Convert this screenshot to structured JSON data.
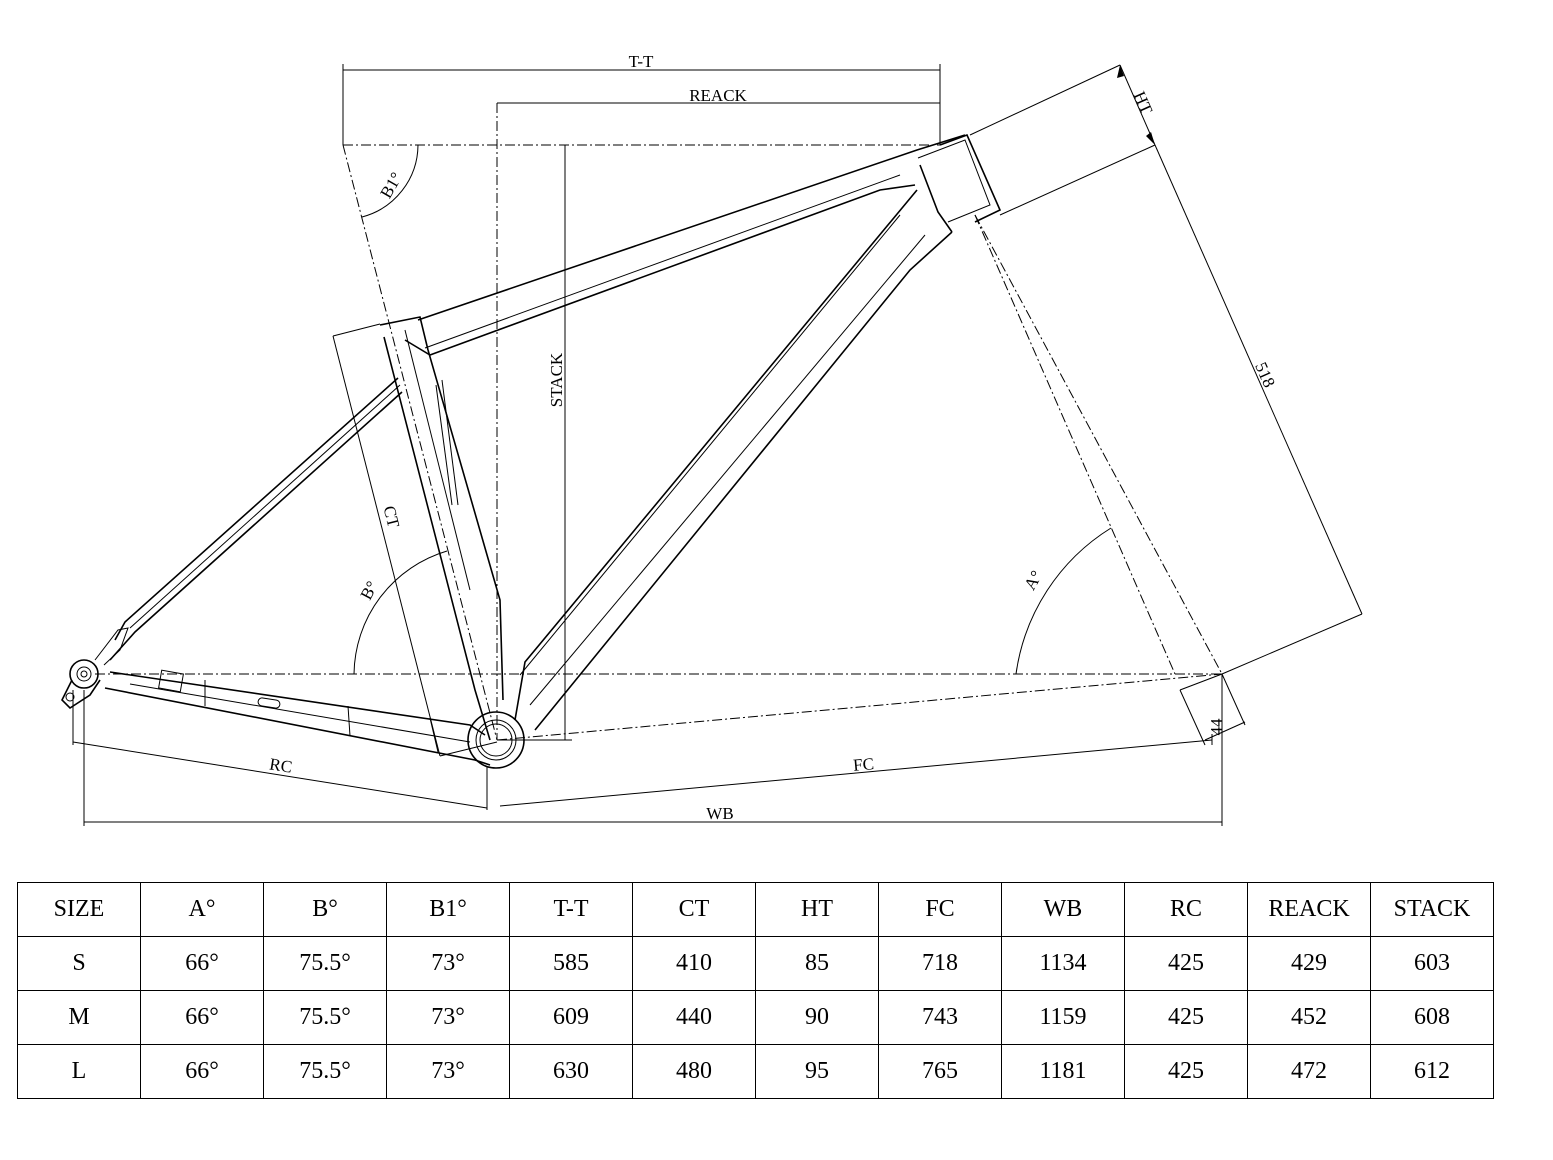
{
  "diagram": {
    "labels": {
      "tt": "T-T",
      "reach": "REACK",
      "stack": "STACK",
      "ht": "HT",
      "fork_length": "518",
      "b1": "B1°",
      "ct": "CT",
      "b": "B°",
      "a": "A°",
      "rc": "RC",
      "fc": "FC",
      "wb": "WB",
      "offset": "44"
    }
  },
  "table": {
    "headers": [
      "SIZE",
      "A°",
      "B°",
      "B1°",
      "T-T",
      "CT",
      "HT",
      "FC",
      "WB",
      "RC",
      "REACK",
      "STACK"
    ],
    "rows": [
      [
        "S",
        "66°",
        "75.5°",
        "73°",
        "585",
        "410",
        "85",
        "718",
        "1134",
        "425",
        "429",
        "603"
      ],
      [
        "M",
        "66°",
        "75.5°",
        "73°",
        "609",
        "440",
        "90",
        "743",
        "1159",
        "425",
        "452",
        "608"
      ],
      [
        "L",
        "66°",
        "75.5°",
        "73°",
        "630",
        "480",
        "95",
        "765",
        "1181",
        "425",
        "472",
        "612"
      ]
    ]
  }
}
